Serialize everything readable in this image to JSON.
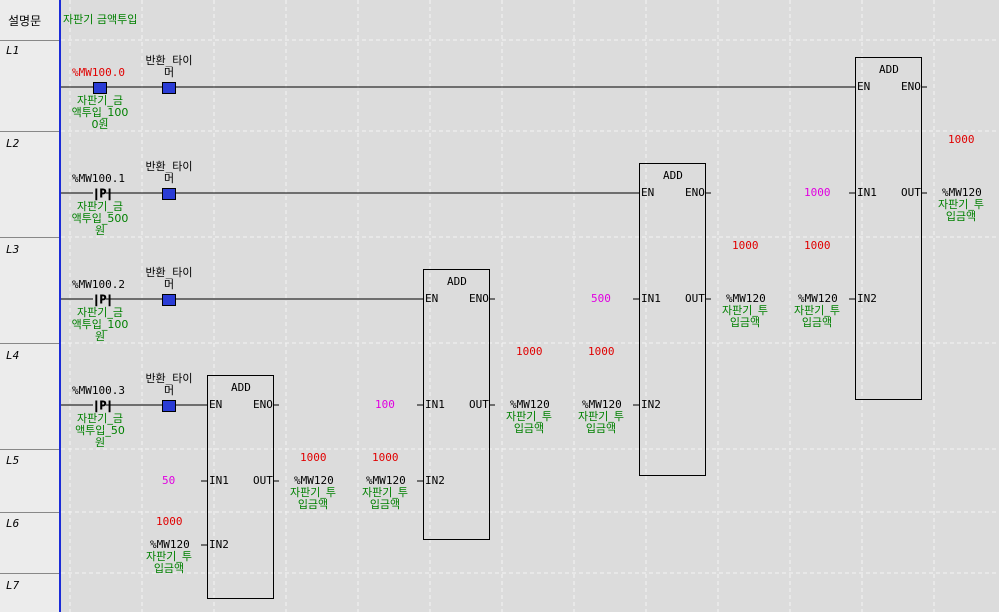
{
  "gutter": {
    "header": "설명문",
    "rows": [
      "L1",
      "L2",
      "L3",
      "L4",
      "L5",
      "L6",
      "L7"
    ]
  },
  "comment": "자판기 금액투입",
  "rungs": [
    {
      "addr": "%MW100.0",
      "desc": [
        "자판기_금",
        "액투입_100",
        "0원"
      ],
      "timer": [
        "반환_타이",
        "머"
      ]
    },
    {
      "addr": "%MW100.1",
      "desc": [
        "자판기_금",
        "액투입_500",
        "원"
      ],
      "timer": [
        "반환_타이",
        "머"
      ]
    },
    {
      "addr": "%MW100.2",
      "desc": [
        "자판기_금",
        "액투입_100",
        "원"
      ],
      "timer": [
        "반환_타이",
        "머"
      ]
    },
    {
      "addr": "%MW100.3",
      "desc": [
        "자판기_금",
        "액투입_50",
        "원"
      ],
      "timer": [
        "반환_타이",
        "머"
      ]
    }
  ],
  "blocks": {
    "add_a": {
      "title": "ADD",
      "en": "EN",
      "eno": "ENO",
      "in1": "IN1",
      "in2": "IN2",
      "out": "OUT",
      "in1_val": "50",
      "in2_live": "1000",
      "in2_var": "%MW120",
      "in2_desc": [
        "자판기_투",
        "입금액"
      ],
      "out_live": "1000",
      "out_var": "%MW120",
      "out_desc": [
        "자판기_투",
        "입금액"
      ]
    },
    "add_b": {
      "title": "ADD",
      "en": "EN",
      "eno": "ENO",
      "in1": "IN1",
      "in2": "IN2",
      "out": "OUT",
      "in1_val": "100",
      "in2_live": "1000",
      "in2_var": "%MW120",
      "in2_desc": [
        "자판기_투",
        "입금액"
      ],
      "out_live": "1000",
      "out_var": "%MW120",
      "out_desc": [
        "자판기_투",
        "입금액"
      ]
    },
    "add_c": {
      "title": "ADD",
      "en": "EN",
      "eno": "ENO",
      "in1": "IN1",
      "in2": "IN2",
      "out": "OUT",
      "in1_val": "500",
      "in2_live": "1000",
      "in2_var": "%MW120",
      "in2_desc": [
        "자판기_투",
        "입금액"
      ],
      "out_live": "1000",
      "out_var": "%MW120",
      "out_desc": [
        "자판기_투",
        "입금액"
      ]
    },
    "add_d": {
      "title": "ADD",
      "en": "EN",
      "eno": "ENO",
      "in1": "IN1",
      "in2": "IN2",
      "out": "OUT",
      "in1_val": "1000",
      "in2_live": "1000",
      "in2_var": "%MW120",
      "in2_desc": [
        "자판기_투",
        "입금액"
      ],
      "out_live": "1000",
      "out_var": "%MW120",
      "out_desc": [
        "자판기_투",
        "입금액"
      ]
    }
  },
  "colors": {
    "rail": "#1a2bd8",
    "contact": "#2a3cd6",
    "live": "#e00000",
    "const": "#e000e0",
    "comment": "#008000"
  }
}
